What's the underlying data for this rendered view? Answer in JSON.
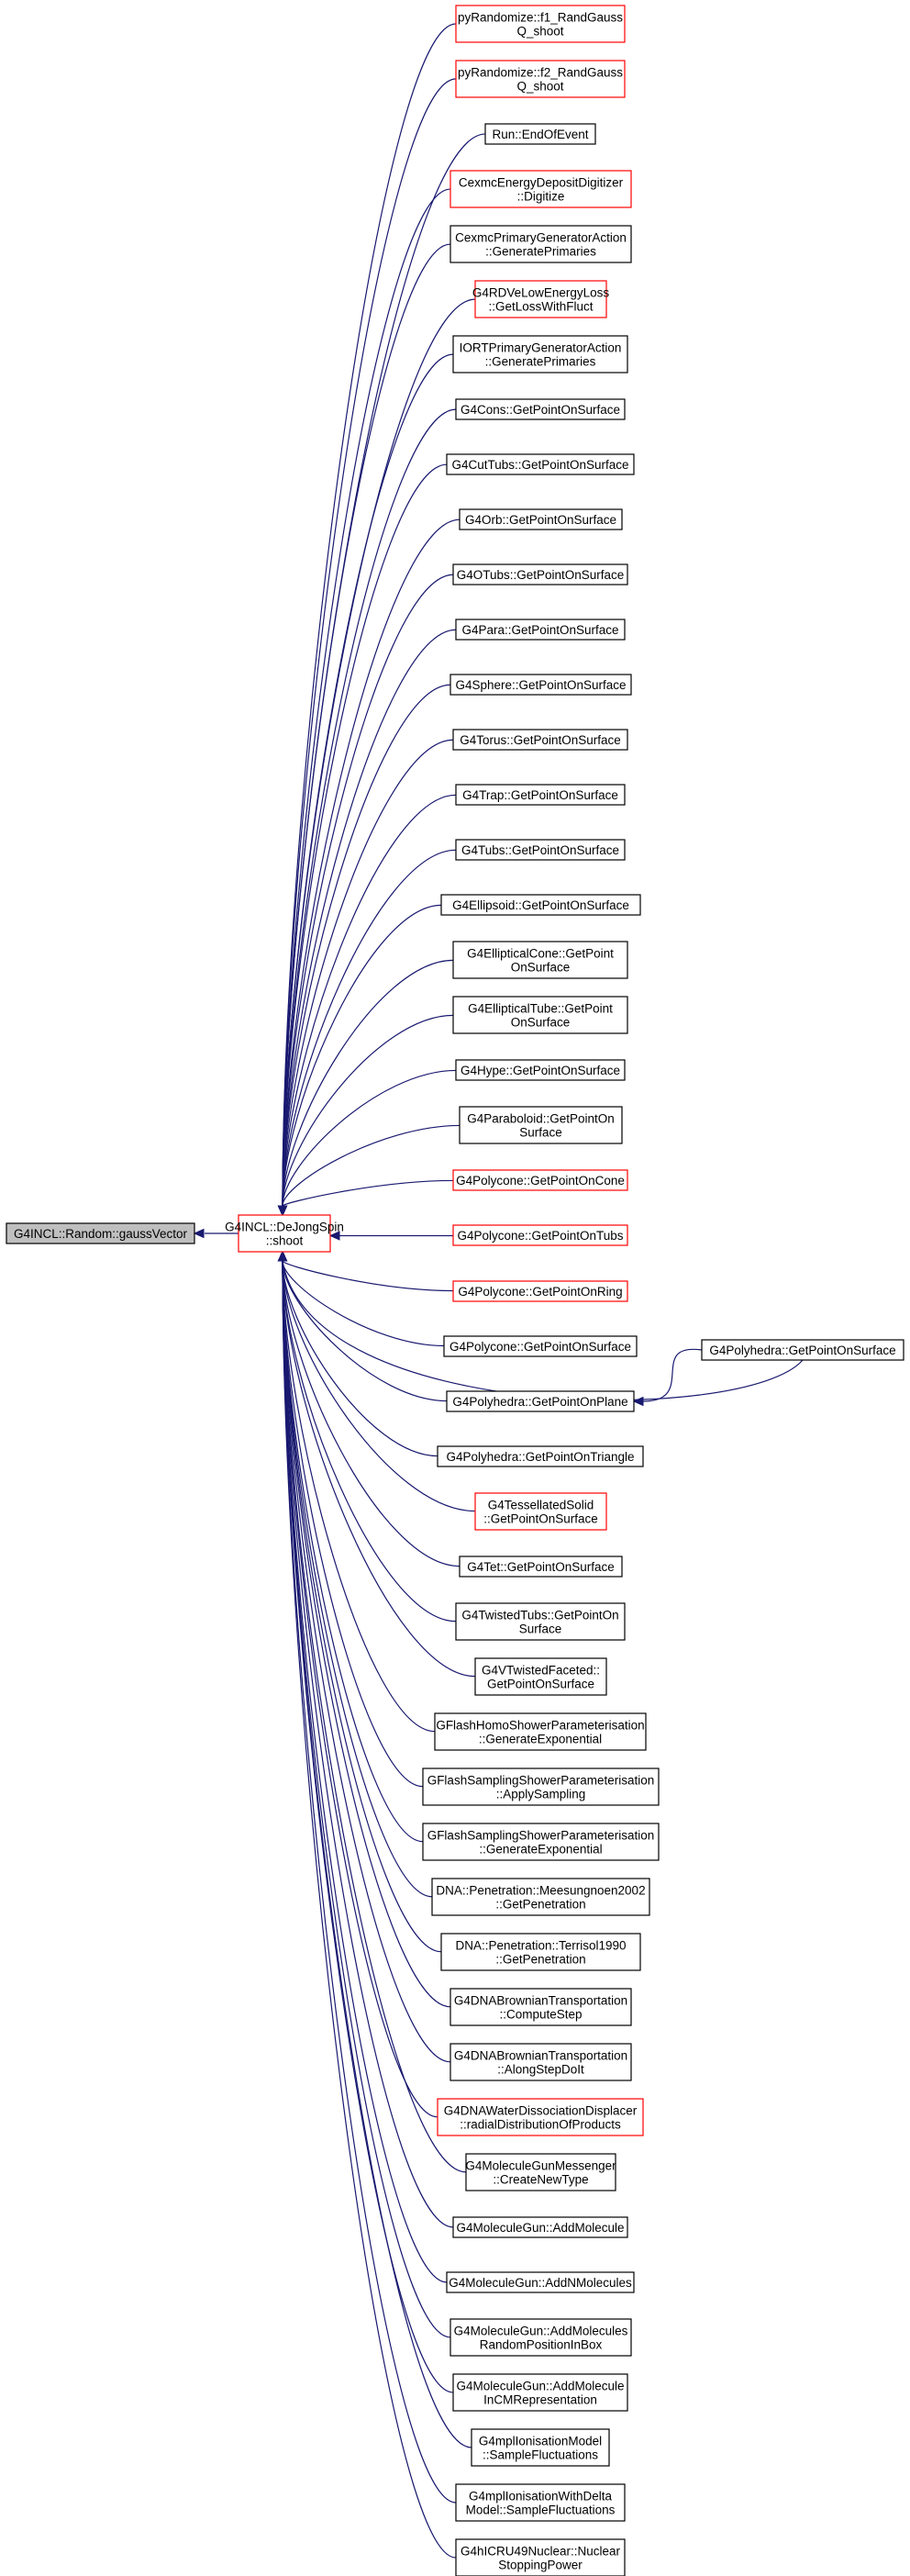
{
  "colors": {
    "edge": "#191970",
    "border_normal": "#000000",
    "border_highlight": "#ff0000",
    "root_fill": "#bfbfbf",
    "node_fill": "#ffffff"
  },
  "root": {
    "lines": [
      "G4INCL::Random::gaussVector"
    ]
  },
  "center": {
    "lines": [
      "G4INCL::DeJongSpin",
      "::shoot"
    ]
  },
  "callers": [
    {
      "lines": [
        "pyRandomize::f1_RandGauss",
        "Q_shoot"
      ],
      "highlight": true
    },
    {
      "lines": [
        "pyRandomize::f2_RandGauss",
        "Q_shoot"
      ],
      "highlight": true
    },
    {
      "lines": [
        "Run::EndOfEvent"
      ],
      "highlight": false
    },
    {
      "lines": [
        "CexmcEnergyDepositDigitizer",
        "::Digitize"
      ],
      "highlight": true
    },
    {
      "lines": [
        "CexmcPrimaryGeneratorAction",
        "::GeneratePrimaries"
      ],
      "highlight": false
    },
    {
      "lines": [
        "G4RDVeLowEnergyLoss",
        "::GetLossWithFluct"
      ],
      "highlight": true
    },
    {
      "lines": [
        "IORTPrimaryGeneratorAction",
        "::GeneratePrimaries"
      ],
      "highlight": false
    },
    {
      "lines": [
        "G4Cons::GetPointOnSurface"
      ],
      "highlight": false
    },
    {
      "lines": [
        "G4CutTubs::GetPointOnSurface"
      ],
      "highlight": false
    },
    {
      "lines": [
        "G4Orb::GetPointOnSurface"
      ],
      "highlight": false
    },
    {
      "lines": [
        "G4OTubs::GetPointOnSurface"
      ],
      "highlight": false
    },
    {
      "lines": [
        "G4Para::GetPointOnSurface"
      ],
      "highlight": false
    },
    {
      "lines": [
        "G4Sphere::GetPointOnSurface"
      ],
      "highlight": false
    },
    {
      "lines": [
        "G4Torus::GetPointOnSurface"
      ],
      "highlight": false
    },
    {
      "lines": [
        "G4Trap::GetPointOnSurface"
      ],
      "highlight": false
    },
    {
      "lines": [
        "G4Tubs::GetPointOnSurface"
      ],
      "highlight": false
    },
    {
      "lines": [
        "G4Ellipsoid::GetPointOnSurface"
      ],
      "highlight": false
    },
    {
      "lines": [
        "G4EllipticalCone::GetPoint",
        "OnSurface"
      ],
      "highlight": false
    },
    {
      "lines": [
        "G4EllipticalTube::GetPoint",
        "OnSurface"
      ],
      "highlight": false
    },
    {
      "lines": [
        "G4Hype::GetPointOnSurface"
      ],
      "highlight": false
    },
    {
      "lines": [
        "G4Paraboloid::GetPointOn",
        "Surface"
      ],
      "highlight": false
    },
    {
      "lines": [
        "G4Polycone::GetPointOnCone"
      ],
      "highlight": true
    },
    {
      "lines": [
        "G4Polycone::GetPointOnTubs"
      ],
      "highlight": true
    },
    {
      "lines": [
        "G4Polycone::GetPointOnRing"
      ],
      "highlight": true
    },
    {
      "lines": [
        "G4Polycone::GetPointOnSurface"
      ],
      "highlight": false
    },
    {
      "lines": [
        "G4Polyhedra::GetPointOnPlane"
      ],
      "highlight": false
    },
    {
      "lines": [
        "G4Polyhedra::GetPointOnTriangle"
      ],
      "highlight": false
    },
    {
      "lines": [
        "G4TessellatedSolid",
        "::GetPointOnSurface"
      ],
      "highlight": true
    },
    {
      "lines": [
        "G4Tet::GetPointOnSurface"
      ],
      "highlight": false
    },
    {
      "lines": [
        "G4TwistedTubs::GetPointOn",
        "Surface"
      ],
      "highlight": false
    },
    {
      "lines": [
        "G4VTwistedFaceted::",
        "GetPointOnSurface"
      ],
      "highlight": false
    },
    {
      "lines": [
        "GFlashHomoShowerParameterisation",
        "::GenerateExponential"
      ],
      "highlight": false
    },
    {
      "lines": [
        "GFlashSamplingShowerParameterisation",
        "::ApplySampling"
      ],
      "highlight": false
    },
    {
      "lines": [
        "GFlashSamplingShowerParameterisation",
        "::GenerateExponential"
      ],
      "highlight": false
    },
    {
      "lines": [
        "DNA::Penetration::Meesungnoen2002",
        "::GetPenetration"
      ],
      "highlight": false
    },
    {
      "lines": [
        "DNA::Penetration::Terrisol1990",
        "::GetPenetration"
      ],
      "highlight": false
    },
    {
      "lines": [
        "G4DNABrownianTransportation",
        "::ComputeStep"
      ],
      "highlight": false
    },
    {
      "lines": [
        "G4DNABrownianTransportation",
        "::AlongStepDoIt"
      ],
      "highlight": false
    },
    {
      "lines": [
        "G4DNAWaterDissociationDisplacer",
        "::radialDistributionOfProducts"
      ],
      "highlight": true
    },
    {
      "lines": [
        "G4MoleculeGunMessenger",
        "::CreateNewType"
      ],
      "highlight": false
    },
    {
      "lines": [
        "G4MoleculeGun::AddMolecule"
      ],
      "highlight": false
    },
    {
      "lines": [
        "G4MoleculeGun::AddNMolecules"
      ],
      "highlight": false
    },
    {
      "lines": [
        "G4MoleculeGun::AddMolecules",
        "RandomPositionInBox"
      ],
      "highlight": false
    },
    {
      "lines": [
        "G4MoleculeGun::AddMolecule",
        "InCMRepresentation"
      ],
      "highlight": false
    },
    {
      "lines": [
        "G4mplIonisationModel",
        "::SampleFluctuations"
      ],
      "highlight": false
    },
    {
      "lines": [
        "G4mplIonisationWithDelta",
        "Model::SampleFluctuations"
      ],
      "highlight": false
    },
    {
      "lines": [
        "G4hICRU49Nuclear::Nuclear",
        "StoppingPower"
      ],
      "highlight": false
    }
  ],
  "outer": {
    "lines": [
      "G4Polyhedra::GetPointOnSurface"
    ],
    "highlight": false
  }
}
